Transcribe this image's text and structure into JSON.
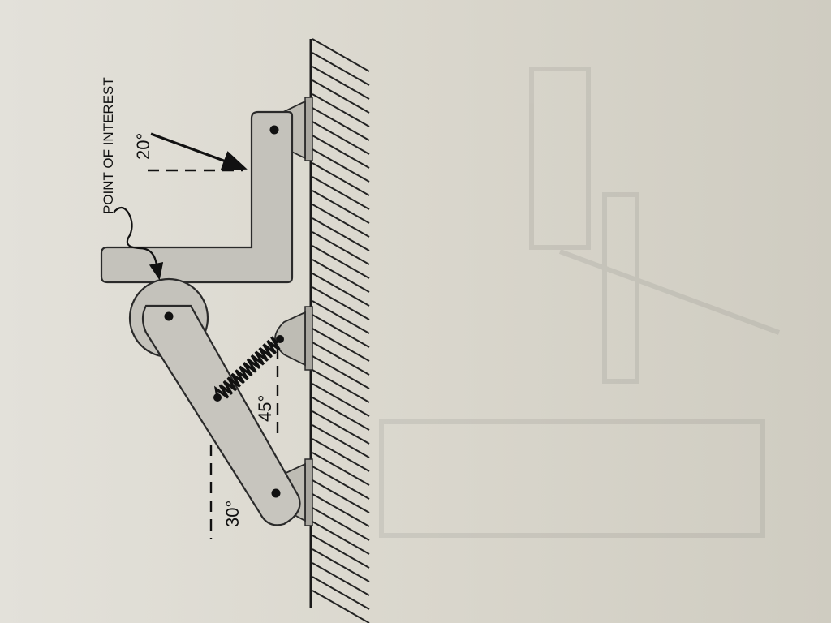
{
  "diagram": {
    "labels": {
      "point_of_interest": "POINT OF INTEREST",
      "angle_force": "20°",
      "angle_spring": "45°",
      "angle_link": "30°"
    },
    "colors": {
      "paper": "#dcd9d0",
      "part_fill": "#c4c2bb",
      "part_stroke": "#2a2a2a",
      "ground_line": "#1a1a1a",
      "hatch": "#222222",
      "bracket_fill": "#a9a7a0",
      "ink": "#111111"
    }
  }
}
